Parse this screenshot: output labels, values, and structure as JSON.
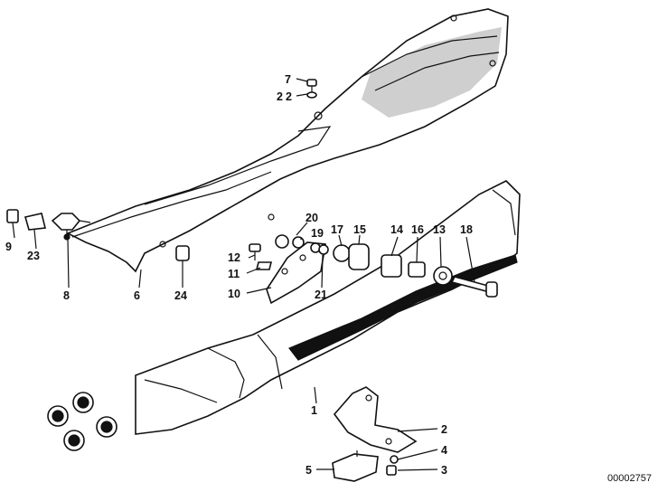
{
  "diagram": {
    "document_id": "00002757",
    "callouts": [
      "7",
      "22",
      "20",
      "19",
      "17",
      "15",
      "14",
      "16",
      "13",
      "18",
      "12",
      "11",
      "10",
      "21",
      "9",
      "23",
      "8",
      "6",
      "24",
      "1",
      "2",
      "4",
      "5",
      "3"
    ]
  }
}
